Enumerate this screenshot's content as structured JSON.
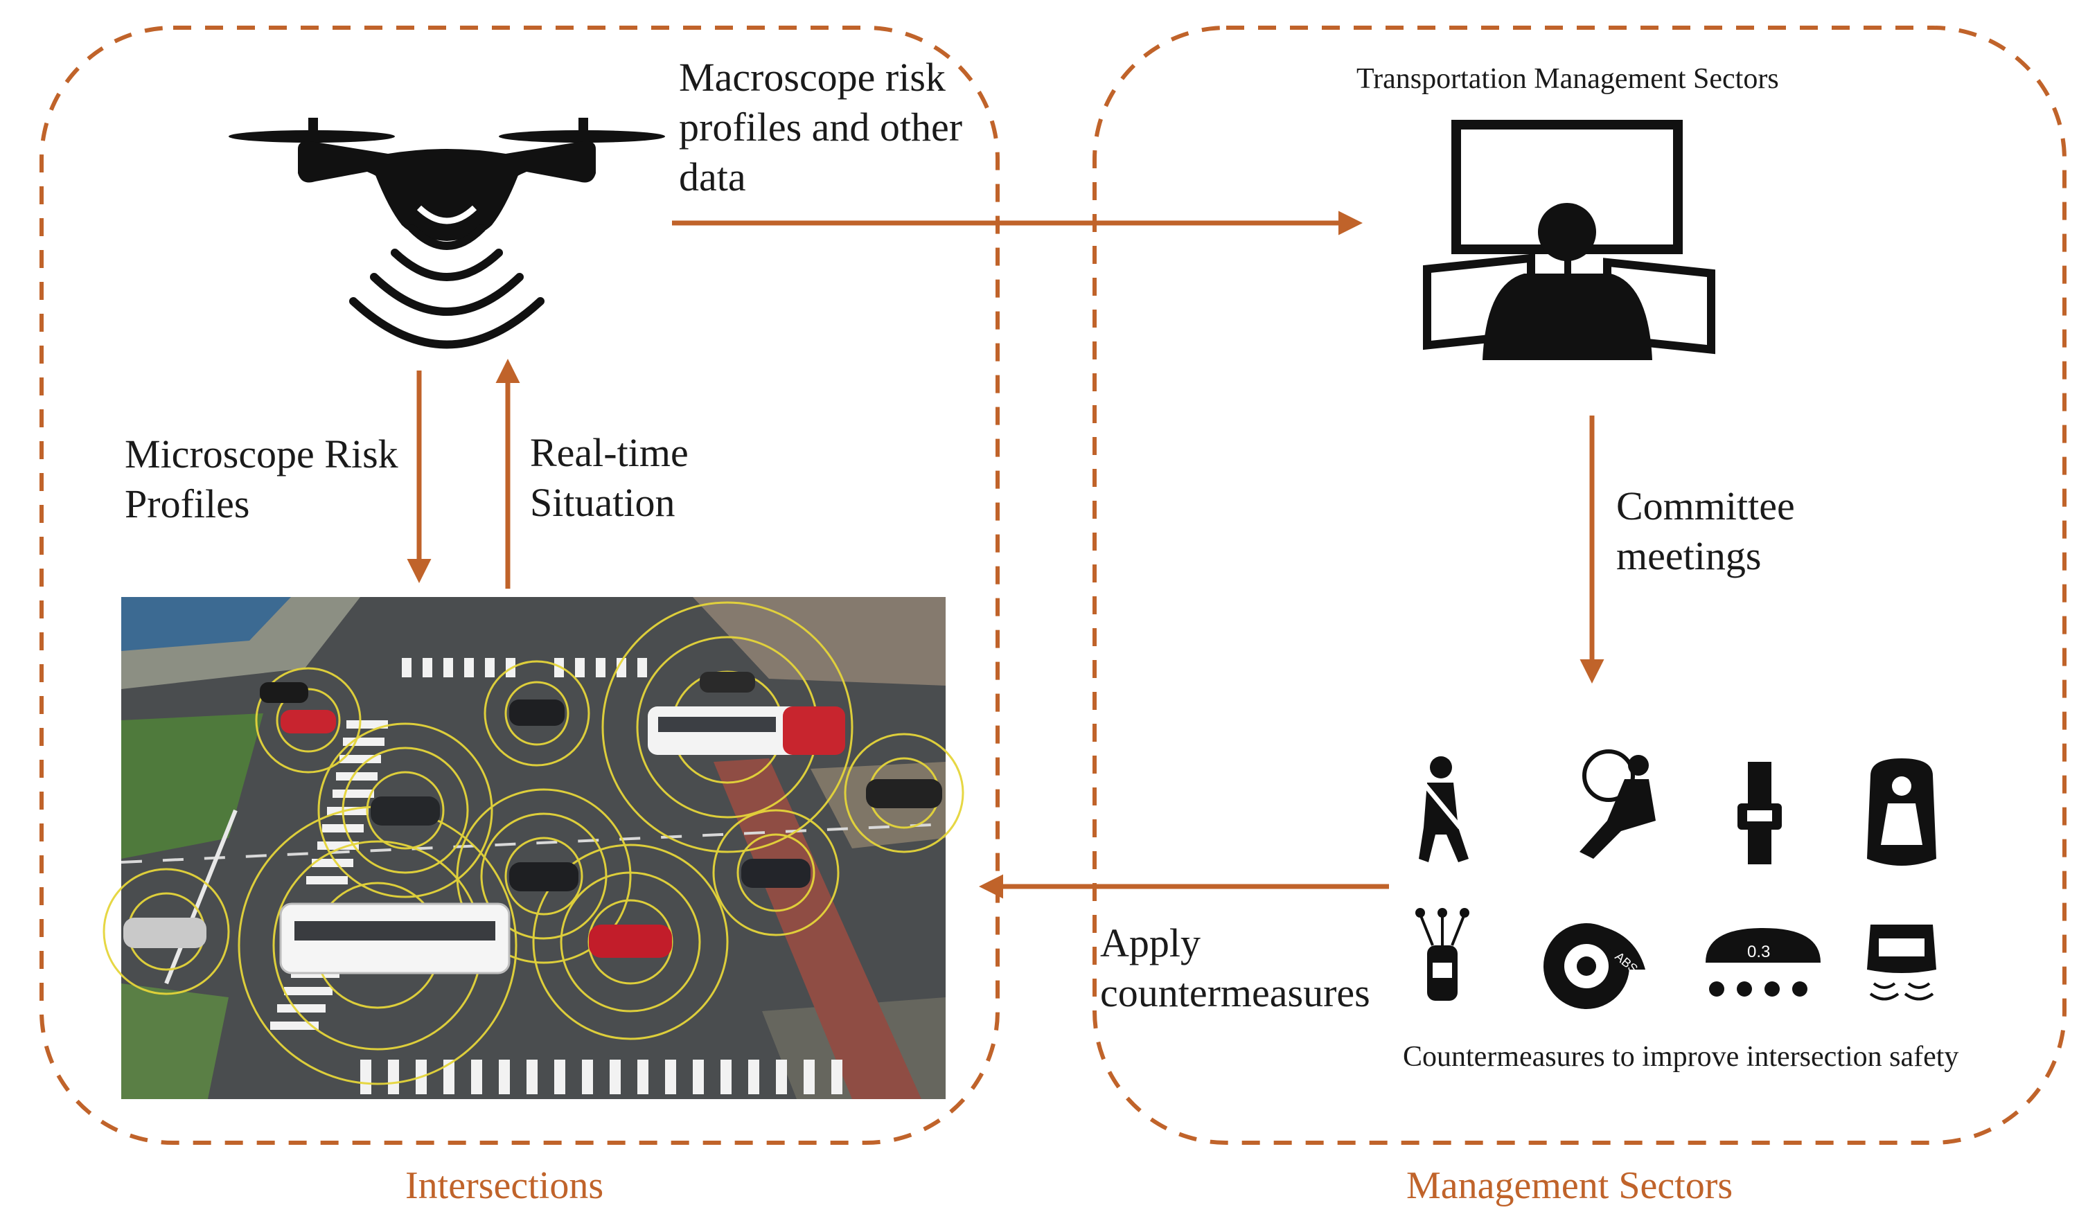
{
  "colors": {
    "accent": "#c0632a",
    "icon": "#111111",
    "circle": "#e5d53a"
  },
  "drone": {
    "icon": "drone-icon",
    "caption": "Macroscope risk profiles and other data",
    "caption_lines": [
      "Macroscope risk",
      "profiles and other",
      "data"
    ]
  },
  "left_arrows": {
    "down_label_lines": [
      "Microscope Risk",
      "Profiles"
    ],
    "up_label_lines": [
      "Real-time",
      "Situation"
    ]
  },
  "management": {
    "title": "Transportation Management Sectors",
    "icon": "operator-monitors-icon",
    "down_label_lines": [
      "Committee",
      "meetings"
    ]
  },
  "countermeasures": {
    "caption": "Countermeasures to improve intersection safety",
    "apply_label_lines": [
      "Apply",
      "countermeasures"
    ],
    "icons": [
      "seatbelt-person-icon",
      "airbag-icon",
      "seatbelt-buckle-icon",
      "child-seat-icon",
      "car-sensor-icon",
      "abs-brake-icon",
      "speed-gauge-icon",
      "car-proximity-icon"
    ],
    "gauge_value": "0.3",
    "abs_text": "ABS"
  },
  "sections": {
    "left": "Intersections",
    "right": "Management Sectors"
  }
}
